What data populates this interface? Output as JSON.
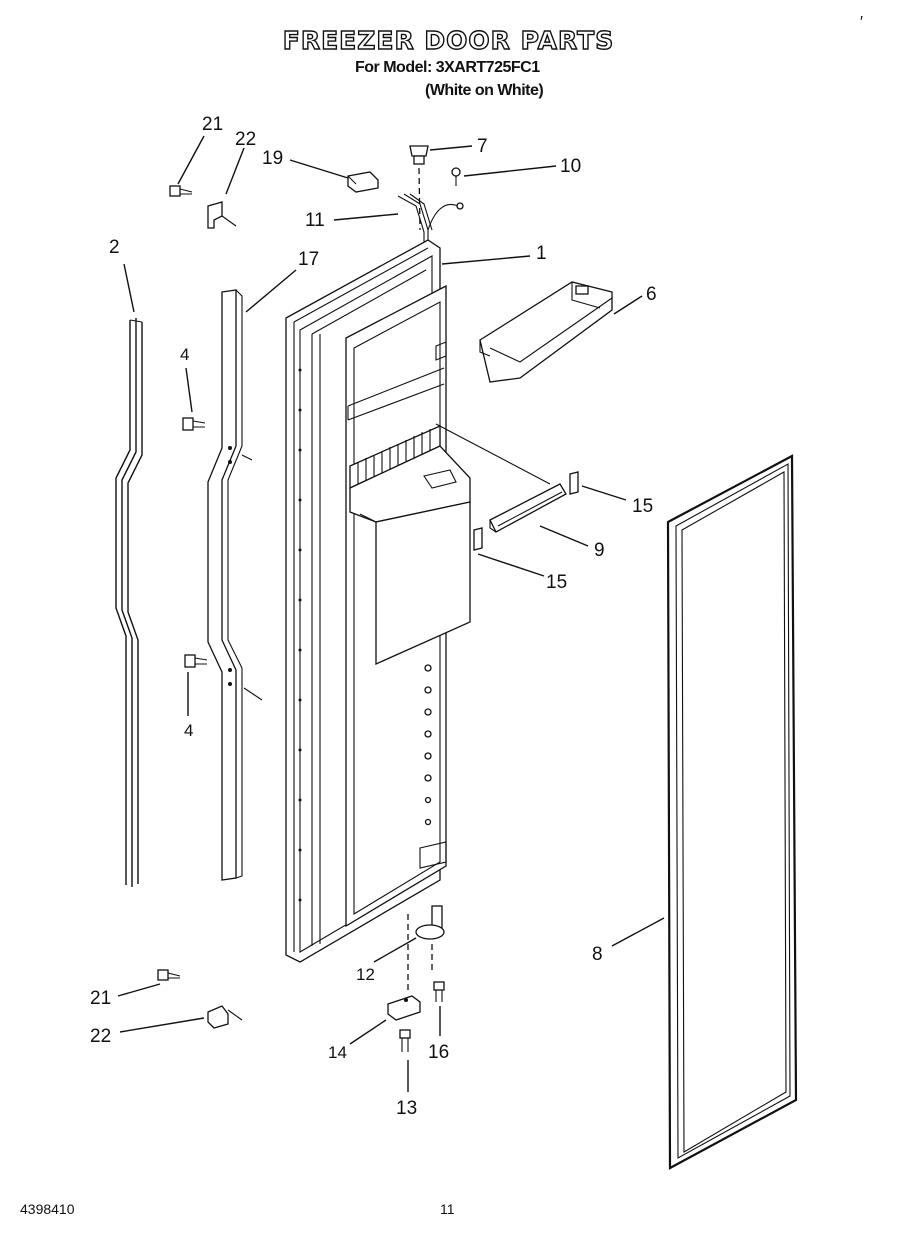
{
  "header": {
    "title": "FREEZER DOOR PARTS",
    "model_line": "For Model: 3XART725FC1",
    "color_line": "(White on White)"
  },
  "footer": {
    "part_code": "4398410",
    "page_number": "11"
  },
  "corner_mark": "′",
  "callouts": {
    "c1": "1",
    "c2": "2",
    "c4a": "4",
    "c4b": "4",
    "c6": "6",
    "c7": "7",
    "c8": "8",
    "c9": "9",
    "c10": "10",
    "c11": "11",
    "c12": "12",
    "c13": "13",
    "c14": "14",
    "c15a": "15",
    "c15b": "15",
    "c16": "16",
    "c17": "17",
    "c19": "19",
    "c21a": "21",
    "c21b": "21",
    "c22a": "22",
    "c22b": "22"
  }
}
